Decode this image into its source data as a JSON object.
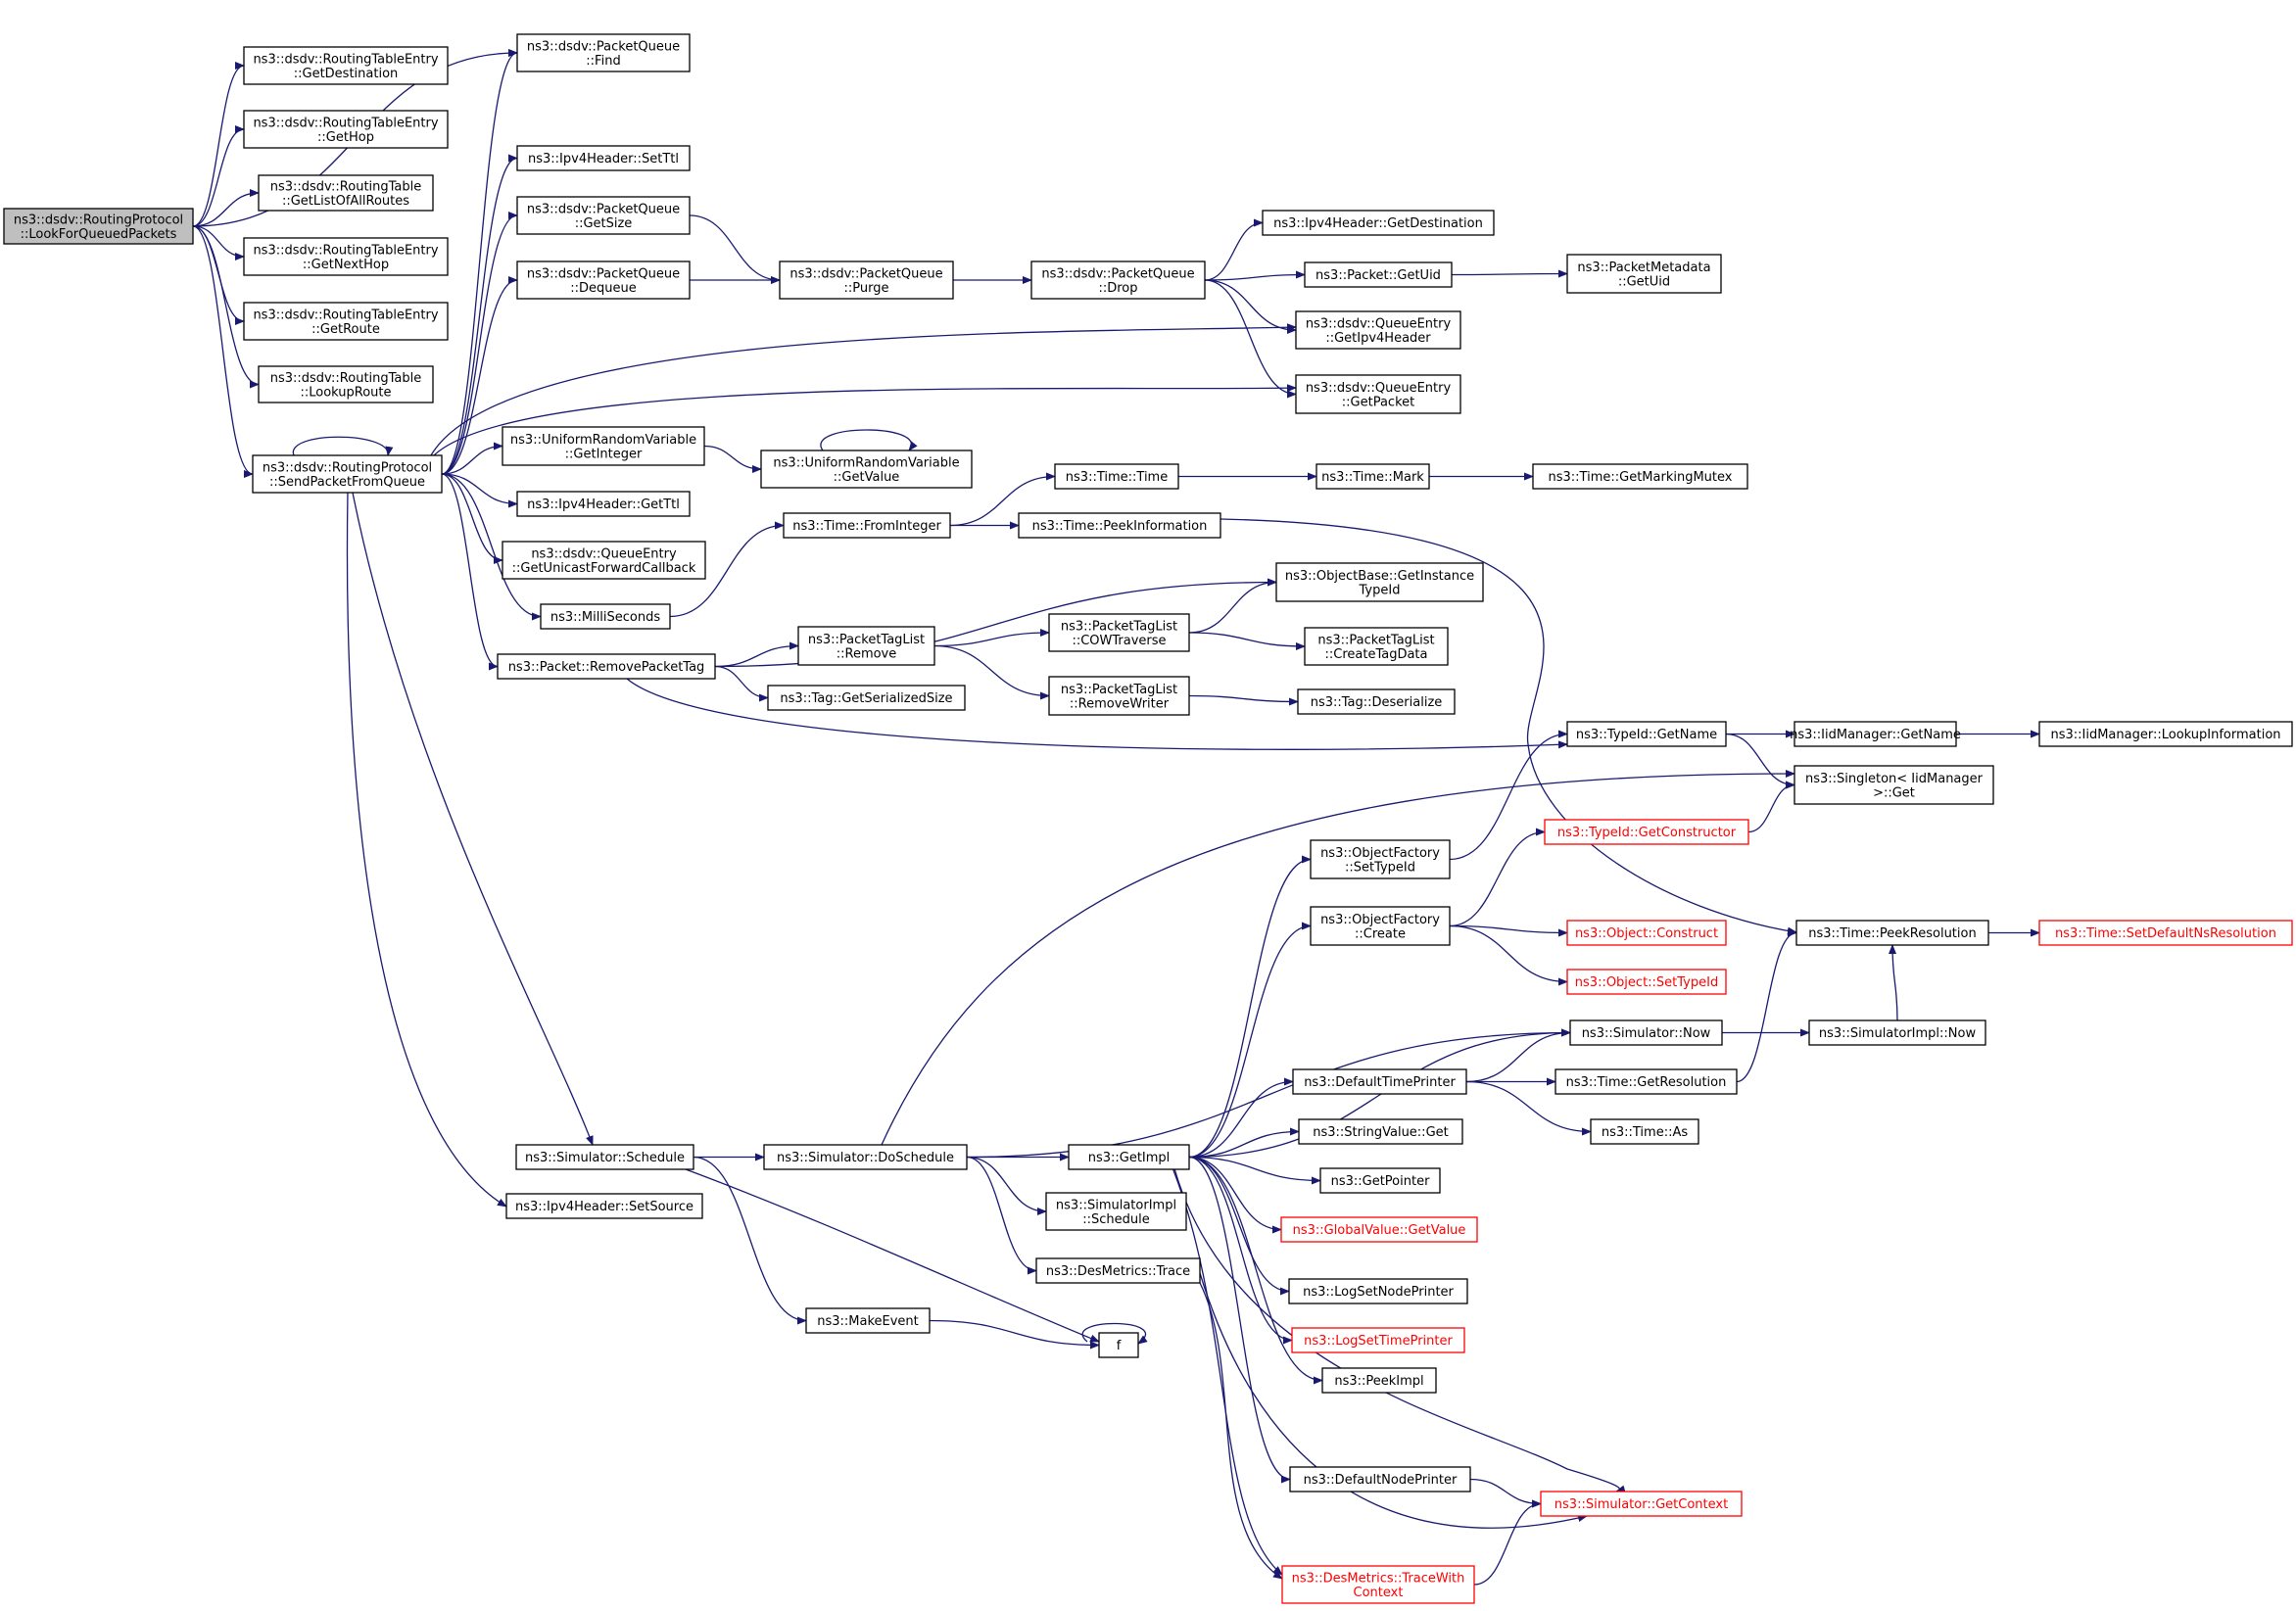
{
  "colors": {
    "edge": "#191970",
    "root_fill": "#bfbfbf",
    "external_border": "#ff0000",
    "box_border": "#000000"
  },
  "nodes": [
    {
      "id": "root",
      "lines": [
        "ns3::dsdv::RoutingProtocol",
        "::LookForQueuedPackets"
      ],
      "kind": "root"
    },
    {
      "id": "rte_getdest",
      "lines": [
        "ns3::dsdv::RoutingTableEntry",
        "::GetDestination"
      ]
    },
    {
      "id": "rte_gethop",
      "lines": [
        "ns3::dsdv::RoutingTableEntry",
        "::GetHop"
      ]
    },
    {
      "id": "rt_getlist",
      "lines": [
        "ns3::dsdv::RoutingTable",
        "::GetListOfAllRoutes"
      ]
    },
    {
      "id": "rte_getnexthop",
      "lines": [
        "ns3::dsdv::RoutingTableEntry",
        "::GetNextHop"
      ]
    },
    {
      "id": "rte_getroute",
      "lines": [
        "ns3::dsdv::RoutingTableEntry",
        "::GetRoute"
      ]
    },
    {
      "id": "rt_lookuproute",
      "lines": [
        "ns3::dsdv::RoutingTable",
        "::LookupRoute"
      ]
    },
    {
      "id": "rp_send",
      "lines": [
        "ns3::dsdv::RoutingProtocol",
        "::SendPacketFromQueue"
      ]
    },
    {
      "id": "pq_find",
      "lines": [
        "ns3::dsdv::PacketQueue",
        "::Find"
      ]
    },
    {
      "id": "ipv4_setttl",
      "lines": [
        "ns3::Ipv4Header::SetTtl"
      ]
    },
    {
      "id": "pq_getsize",
      "lines": [
        "ns3::dsdv::PacketQueue",
        "::GetSize"
      ]
    },
    {
      "id": "pq_dequeue",
      "lines": [
        "ns3::dsdv::PacketQueue",
        "::Dequeue"
      ]
    },
    {
      "id": "pq_purge",
      "lines": [
        "ns3::dsdv::PacketQueue",
        "::Purge"
      ]
    },
    {
      "id": "pq_drop",
      "lines": [
        "ns3::dsdv::PacketQueue",
        "::Drop"
      ]
    },
    {
      "id": "ipv4_getdest",
      "lines": [
        "ns3::Ipv4Header::GetDestination"
      ]
    },
    {
      "id": "packet_getuid",
      "lines": [
        "ns3::Packet::GetUid"
      ]
    },
    {
      "id": "pm_getuid",
      "lines": [
        "ns3::PacketMetadata",
        "::GetUid"
      ]
    },
    {
      "id": "qe_getipv4",
      "lines": [
        "ns3::dsdv::QueueEntry",
        "::GetIpv4Header"
      ]
    },
    {
      "id": "qe_getpacket",
      "lines": [
        "ns3::dsdv::QueueEntry",
        "::GetPacket"
      ]
    },
    {
      "id": "urv_getint",
      "lines": [
        "ns3::UniformRandomVariable",
        "::GetInteger"
      ]
    },
    {
      "id": "urv_getvalue",
      "lines": [
        "ns3::UniformRandomVariable",
        "::GetValue"
      ]
    },
    {
      "id": "time_time",
      "lines": [
        "ns3::Time::Time"
      ]
    },
    {
      "id": "time_mark",
      "lines": [
        "ns3::Time::Mark"
      ]
    },
    {
      "id": "time_getmarking",
      "lines": [
        "ns3::Time::GetMarkingMutex"
      ]
    },
    {
      "id": "ipv4_getttl",
      "lines": [
        "ns3::Ipv4Header::GetTtl"
      ]
    },
    {
      "id": "time_fromint",
      "lines": [
        "ns3::Time::FromInteger"
      ]
    },
    {
      "id": "time_peekinfo",
      "lines": [
        "ns3::Time::PeekInformation"
      ]
    },
    {
      "id": "qe_getucb",
      "lines": [
        "ns3::dsdv::QueueEntry",
        "::GetUnicastForwardCallback"
      ]
    },
    {
      "id": "ob_getinst",
      "lines": [
        "ns3::ObjectBase::GetInstance",
        "TypeId"
      ]
    },
    {
      "id": "milliseconds",
      "lines": [
        "ns3::MilliSeconds"
      ]
    },
    {
      "id": "ptl_remove",
      "lines": [
        "ns3::PacketTagList",
        "::Remove"
      ]
    },
    {
      "id": "ptl_cow",
      "lines": [
        "ns3::PacketTagList",
        "::COWTraverse"
      ]
    },
    {
      "id": "ptl_create",
      "lines": [
        "ns3::PacketTagList",
        "::CreateTagData"
      ]
    },
    {
      "id": "packet_rmtag",
      "lines": [
        "ns3::Packet::RemovePacketTag"
      ]
    },
    {
      "id": "tag_getsize",
      "lines": [
        "ns3::Tag::GetSerializedSize"
      ]
    },
    {
      "id": "ptl_rmwriter",
      "lines": [
        "ns3::PacketTagList",
        "::RemoveWriter"
      ]
    },
    {
      "id": "tag_deser",
      "lines": [
        "ns3::Tag::Deserialize"
      ]
    },
    {
      "id": "typeid_getname",
      "lines": [
        "ns3::TypeId::GetName"
      ]
    },
    {
      "id": "iid_getname",
      "lines": [
        "ns3::IidManager::GetName"
      ]
    },
    {
      "id": "iid_lookup",
      "lines": [
        "ns3::IidManager::LookupInformation"
      ]
    },
    {
      "id": "singleton_get",
      "lines": [
        "ns3::Singleton< IidManager",
        ">::Get"
      ]
    },
    {
      "id": "typeid_getctor",
      "lines": [
        "ns3::TypeId::GetConstructor"
      ],
      "kind": "external"
    },
    {
      "id": "of_settypeid",
      "lines": [
        "ns3::ObjectFactory",
        "::SetTypeId"
      ]
    },
    {
      "id": "of_create",
      "lines": [
        "ns3::ObjectFactory",
        "::Create"
      ]
    },
    {
      "id": "obj_construct",
      "lines": [
        "ns3::Object::Construct"
      ],
      "kind": "external"
    },
    {
      "id": "obj_settypeid",
      "lines": [
        "ns3::Object::SetTypeId"
      ],
      "kind": "external"
    },
    {
      "id": "time_peekres",
      "lines": [
        "ns3::Time::PeekResolution"
      ]
    },
    {
      "id": "time_setdefres",
      "lines": [
        "ns3::Time::SetDefaultNsResolution"
      ],
      "kind": "external"
    },
    {
      "id": "sim_now",
      "lines": [
        "ns3::Simulator::Now"
      ]
    },
    {
      "id": "simimpl_now",
      "lines": [
        "ns3::SimulatorImpl::Now"
      ]
    },
    {
      "id": "dtp",
      "lines": [
        "ns3::DefaultTimePrinter"
      ]
    },
    {
      "id": "time_getres",
      "lines": [
        "ns3::Time::GetResolution"
      ]
    },
    {
      "id": "time_as",
      "lines": [
        "ns3::Time::As"
      ]
    },
    {
      "id": "sim_schedule",
      "lines": [
        "ns3::Simulator::Schedule"
      ]
    },
    {
      "id": "sim_dosched",
      "lines": [
        "ns3::Simulator::DoSchedule"
      ]
    },
    {
      "id": "getimpl",
      "lines": [
        "ns3::GetImpl"
      ]
    },
    {
      "id": "sv_get",
      "lines": [
        "ns3::StringValue::Get"
      ]
    },
    {
      "id": "getpointer",
      "lines": [
        "ns3::GetPointer"
      ]
    },
    {
      "id": "ipv4_setsrc",
      "lines": [
        "ns3::Ipv4Header::SetSource"
      ]
    },
    {
      "id": "simimpl_sched",
      "lines": [
        "ns3::SimulatorImpl",
        "::Schedule"
      ]
    },
    {
      "id": "gv_getvalue",
      "lines": [
        "ns3::GlobalValue::GetValue"
      ],
      "kind": "external"
    },
    {
      "id": "dm_trace",
      "lines": [
        "ns3::DesMetrics::Trace"
      ]
    },
    {
      "id": "logsetnode",
      "lines": [
        "ns3::LogSetNodePrinter"
      ]
    },
    {
      "id": "makeevent",
      "lines": [
        "ns3::MakeEvent"
      ]
    },
    {
      "id": "f",
      "lines": [
        "f"
      ]
    },
    {
      "id": "logsettime",
      "lines": [
        "ns3::LogSetTimePrinter"
      ],
      "kind": "external"
    },
    {
      "id": "peekimpl",
      "lines": [
        "ns3::PeekImpl"
      ]
    },
    {
      "id": "dnp",
      "lines": [
        "ns3::DefaultNodePrinter"
      ]
    },
    {
      "id": "sim_getctx",
      "lines": [
        "ns3::Simulator::GetContext"
      ],
      "kind": "external"
    },
    {
      "id": "dm_tracewc",
      "lines": [
        "ns3::DesMetrics::TraceWith",
        "Context"
      ],
      "kind": "external"
    }
  ],
  "edges": [
    [
      "root",
      "pq_find"
    ],
    [
      "root",
      "rte_getdest"
    ],
    [
      "root",
      "rte_gethop"
    ],
    [
      "root",
      "rt_getlist"
    ],
    [
      "root",
      "rte_getnexthop"
    ],
    [
      "root",
      "rte_getroute"
    ],
    [
      "root",
      "rt_lookuproute"
    ],
    [
      "root",
      "rp_send"
    ],
    [
      "rp_send",
      "rp_send"
    ],
    [
      "rp_send",
      "pq_find"
    ],
    [
      "rp_send",
      "ipv4_setttl"
    ],
    [
      "rp_send",
      "pq_getsize"
    ],
    [
      "rp_send",
      "pq_dequeue"
    ],
    [
      "rp_send",
      "qe_getipv4"
    ],
    [
      "rp_send",
      "qe_getpacket"
    ],
    [
      "rp_send",
      "urv_getint"
    ],
    [
      "rp_send",
      "ipv4_getttl"
    ],
    [
      "rp_send",
      "qe_getucb"
    ],
    [
      "rp_send",
      "milliseconds"
    ],
    [
      "rp_send",
      "packet_rmtag"
    ],
    [
      "rp_send",
      "sim_schedule"
    ],
    [
      "rp_send",
      "ipv4_setsrc"
    ],
    [
      "pq_getsize",
      "pq_purge"
    ],
    [
      "pq_dequeue",
      "pq_purge"
    ],
    [
      "pq_purge",
      "pq_drop"
    ],
    [
      "pq_drop",
      "ipv4_getdest"
    ],
    [
      "pq_drop",
      "packet_getuid"
    ],
    [
      "pq_drop",
      "qe_getipv4"
    ],
    [
      "pq_drop",
      "qe_getpacket"
    ],
    [
      "packet_getuid",
      "pm_getuid"
    ],
    [
      "urv_getint",
      "urv_getvalue"
    ],
    [
      "urv_getvalue",
      "urv_getvalue"
    ],
    [
      "milliseconds",
      "time_fromint"
    ],
    [
      "time_fromint",
      "time_time"
    ],
    [
      "time_fromint",
      "time_peekinfo"
    ],
    [
      "time_time",
      "time_mark"
    ],
    [
      "time_mark",
      "time_getmarking"
    ],
    [
      "time_peekinfo",
      "time_peekres"
    ],
    [
      "packet_rmtag",
      "ob_getinst"
    ],
    [
      "packet_rmtag",
      "ptl_remove"
    ],
    [
      "packet_rmtag",
      "tag_getsize"
    ],
    [
      "packet_rmtag",
      "typeid_getname"
    ],
    [
      "ptl_remove",
      "ptl_cow"
    ],
    [
      "ptl_remove",
      "ptl_rmwriter"
    ],
    [
      "ptl_cow",
      "ob_getinst"
    ],
    [
      "ptl_cow",
      "ptl_create"
    ],
    [
      "ptl_rmwriter",
      "tag_deser"
    ],
    [
      "typeid_getname",
      "iid_getname"
    ],
    [
      "typeid_getname",
      "singleton_get"
    ],
    [
      "iid_getname",
      "iid_lookup"
    ],
    [
      "typeid_getctor",
      "singleton_get"
    ],
    [
      "of_settypeid",
      "typeid_getname"
    ],
    [
      "of_create",
      "typeid_getctor"
    ],
    [
      "of_create",
      "obj_construct"
    ],
    [
      "of_create",
      "obj_settypeid"
    ],
    [
      "time_peekres",
      "time_setdefres"
    ],
    [
      "sim_now",
      "simimpl_now"
    ],
    [
      "simimpl_now",
      "time_peekres"
    ],
    [
      "dtp",
      "sim_now"
    ],
    [
      "dtp",
      "time_getres"
    ],
    [
      "dtp",
      "time_as"
    ],
    [
      "time_getres",
      "time_peekres"
    ],
    [
      "sim_schedule",
      "sim_dosched"
    ],
    [
      "sim_schedule",
      "makeevent"
    ],
    [
      "sim_schedule",
      "f"
    ],
    [
      "sim_dosched",
      "singleton_get"
    ],
    [
      "sim_dosched",
      "sim_now"
    ],
    [
      "sim_dosched",
      "getimpl"
    ],
    [
      "sim_dosched",
      "simimpl_sched"
    ],
    [
      "sim_dosched",
      "dm_trace"
    ],
    [
      "getimpl",
      "of_settypeid"
    ],
    [
      "getimpl",
      "of_create"
    ],
    [
      "getimpl",
      "sim_now"
    ],
    [
      "getimpl",
      "dtp"
    ],
    [
      "getimpl",
      "sv_get"
    ],
    [
      "getimpl",
      "getpointer"
    ],
    [
      "getimpl",
      "gv_getvalue"
    ],
    [
      "getimpl",
      "logsetnode"
    ],
    [
      "getimpl",
      "logsettime"
    ],
    [
      "getimpl",
      "peekimpl"
    ],
    [
      "getimpl",
      "dnp"
    ],
    [
      "getimpl",
      "dm_tracewc"
    ],
    [
      "getimpl",
      "sim_getctx"
    ],
    [
      "dm_trace",
      "sim_getctx"
    ],
    [
      "dm_trace",
      "dm_tracewc"
    ],
    [
      "dnp",
      "sim_getctx"
    ],
    [
      "dm_tracewc",
      "sim_getctx"
    ],
    [
      "makeevent",
      "f"
    ],
    [
      "f",
      "f"
    ]
  ]
}
